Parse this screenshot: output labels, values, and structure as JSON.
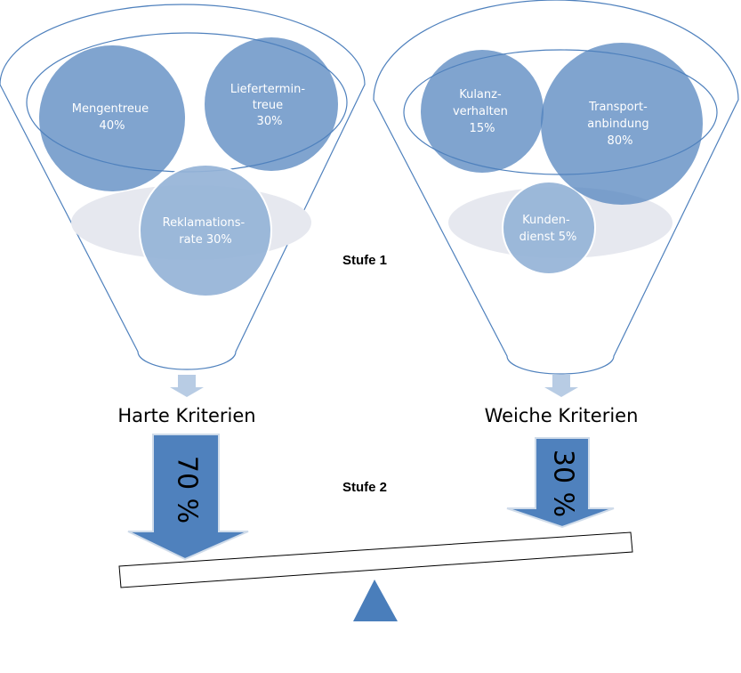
{
  "stages": {
    "stage1_label": "Stufe 1",
    "stage2_label": "Stufe 2"
  },
  "left_funnel": {
    "heading": "Harte Kriterien",
    "weight": "70 %",
    "criteria": [
      {
        "lines": [
          "Mengentreue",
          "40%"
        ]
      },
      {
        "lines": [
          "Liefertermin-",
          "treue",
          "30%"
        ]
      },
      {
        "lines": [
          "Reklamations-",
          "rate 30%"
        ]
      }
    ]
  },
  "right_funnel": {
    "heading": "Weiche Kriterien",
    "weight": "30 %",
    "criteria": [
      {
        "lines": [
          "Kulanz-",
          "verhalten",
          "15%"
        ]
      },
      {
        "lines": [
          "Transport-",
          "anbindung",
          "80%"
        ]
      },
      {
        "lines": [
          "Kunden-",
          "dienst 5%"
        ]
      }
    ]
  },
  "colors": {
    "dark_blue": "#4F81BD",
    "light_blue": "#95B3D7",
    "outline": "#4F81BD",
    "funnel_ellipse": "#E6E8EF",
    "arrow_blue": "#B8CCE4",
    "fulcrum": "#4A7EBB"
  }
}
